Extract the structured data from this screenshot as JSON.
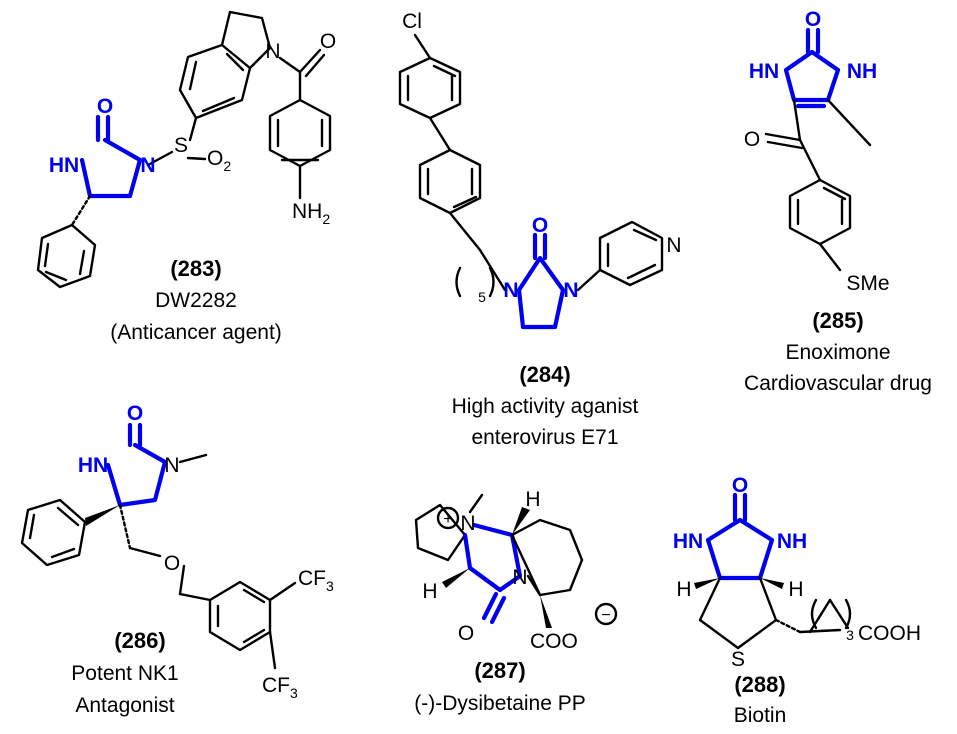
{
  "colors": {
    "bond": "#000000",
    "core": "#0000ee",
    "background": "#ffffff"
  },
  "compounds": [
    {
      "id": "283",
      "number": "(283)",
      "caption_lines": [
        "DW2282",
        "(Anticancer agent)"
      ],
      "atoms": {
        "O": "O",
        "N": "N",
        "NH": "HN",
        "S": "S",
        "O2": "O",
        "O2_sub": "2",
        "N_ind": "N",
        "O_am": "O",
        "NH2": "NH",
        "NH2_sub": "2"
      }
    },
    {
      "id": "284",
      "number": "(284)",
      "caption_lines": [
        "High activity aganist",
        "enterovirus E71"
      ],
      "atoms": {
        "Cl": "Cl",
        "O": "O",
        "N1": "N",
        "N2": "N",
        "Npy": "N",
        "chain_n": "5"
      }
    },
    {
      "id": "285",
      "number": "(285)",
      "caption_lines": [
        "Enoximone",
        "Cardiovascular drug"
      ],
      "atoms": {
        "O": "O",
        "HN": "HN",
        "NH": "NH",
        "O_ket": "O",
        "SMe": "SMe"
      }
    },
    {
      "id": "286",
      "number": "(286)",
      "caption_lines": [
        "Potent NK1",
        "Antagonist"
      ],
      "atoms": {
        "O": "O",
        "HN": "HN",
        "N": "N",
        "O_eth": "O",
        "CF3a": "CF",
        "CF3a_sub": "3",
        "CF3b": "CF",
        "CF3b_sub": "3"
      }
    },
    {
      "id": "287",
      "number": "(287)",
      "caption_lines": [
        "(-)-Dysibetaine PP"
      ],
      "atoms": {
        "Nplus": "N",
        "plus": "+",
        "N": "N",
        "H1": "H",
        "H2": "H",
        "O": "O",
        "COO": "COO",
        "minus": "−"
      }
    },
    {
      "id": "288",
      "number": "(288)",
      "caption_lines": [
        "Biotin"
      ],
      "atoms": {
        "O": "O",
        "HN": "HN",
        "NH": "NH",
        "H1": "H",
        "H2": "H",
        "S": "S",
        "chain_n": "3",
        "COOH": "COOH"
      }
    }
  ]
}
